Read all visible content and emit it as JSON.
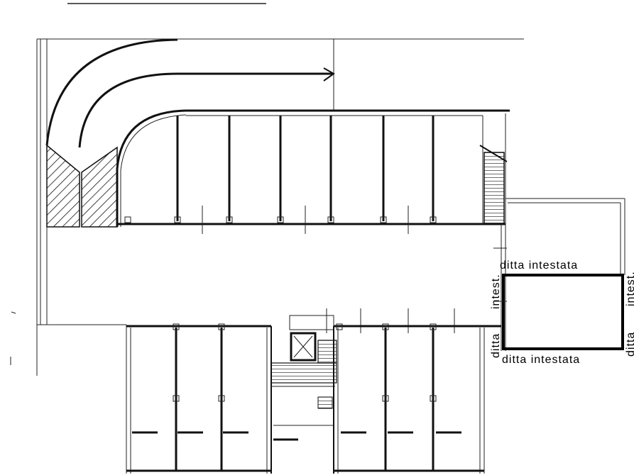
{
  "drawing": {
    "subject": "floor-plan",
    "labels": {
      "top_owner": "ditta intestata",
      "bottom_owner": "ditta intestata",
      "left_abbrev": "intest.",
      "left_lower": "ditta",
      "right_abbrev": "intest.",
      "right_lower": "ditta"
    },
    "colors": {
      "ink": "#111111",
      "highlight_room": "#000000",
      "paper": "#ffffff"
    }
  }
}
